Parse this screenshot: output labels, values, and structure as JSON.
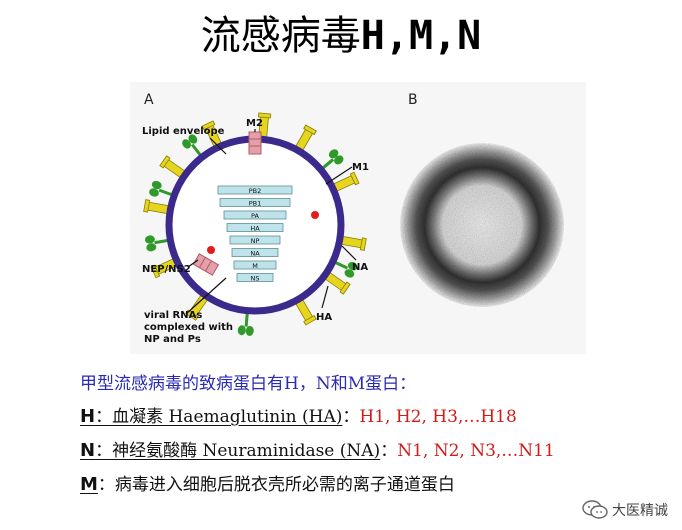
{
  "title": {
    "cjk": "流感病毒",
    "latin": "H,M,N"
  },
  "diagram": {
    "panel_a_label": "A",
    "panel_b_label": "B",
    "segments": [
      "PB2",
      "PB1",
      "PA",
      "HA",
      "NP",
      "NA",
      "M",
      "NS"
    ],
    "labels": {
      "lipid_envelope": "Lipid envelope",
      "m2": "M2",
      "m1": "M1",
      "nep_ns2": "NEP/NS2",
      "na": "NA",
      "ha": "HA",
      "viral_rnas_1": "viral RNAs",
      "viral_rnas_2": "complexed with",
      "viral_rnas_3": "NP and Ps"
    },
    "colors": {
      "envelope": "#3b2a8c",
      "ha_spike": "#e6d51f",
      "na_spike": "#2f9a2a",
      "segment": "#bfe3ea",
      "m2": "#e4a0a8",
      "dot": "#e21b1b"
    }
  },
  "text": {
    "intro": "甲型流感病毒的致病蛋白有H，N和M蛋白：",
    "h_key": "H",
    "h_name": "：血凝素 Haemaglutinin (HA)",
    "h_sep": "：",
    "h_values": "H1, H2, H3,…H18",
    "n_key": "N",
    "n_name": "：神经氨酸酶 Neuraminidase (NA)",
    "n_sep": "：",
    "n_values": "N1, N2, N3,…N11",
    "m_key": "M",
    "m_name": "：病毒进入细胞后脱衣壳所必需的离子通道蛋白"
  },
  "watermark": {
    "icon": "wechat-icon",
    "text": "大医精诚"
  }
}
